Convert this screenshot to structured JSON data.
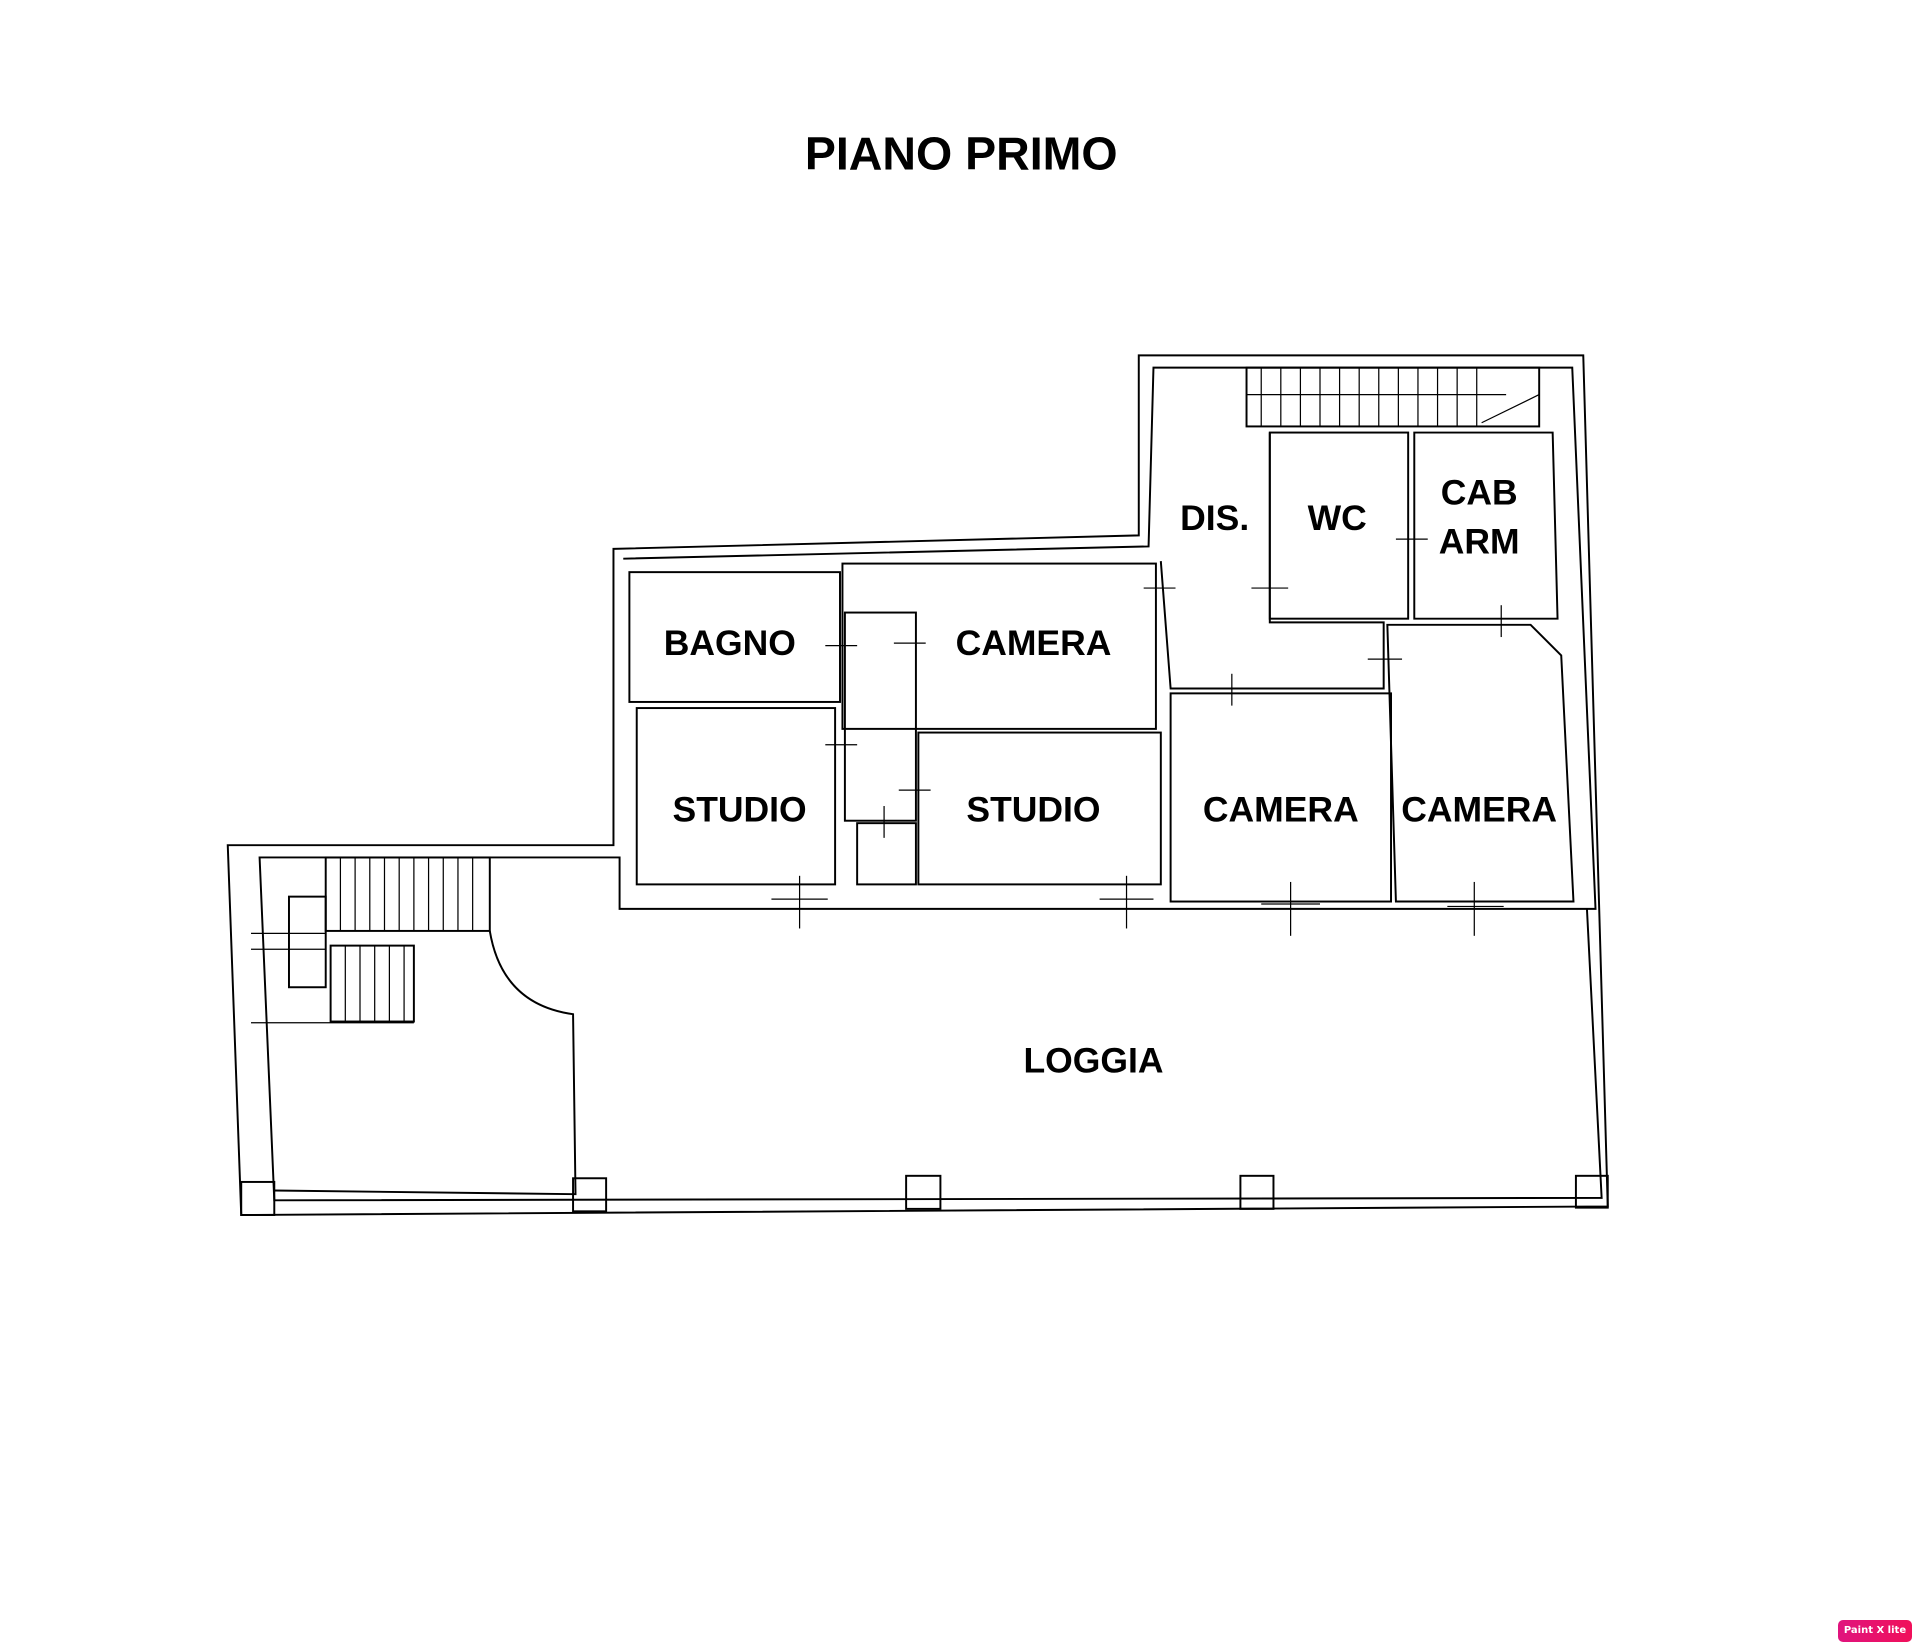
{
  "title": "PIANO PRIMO",
  "rooms": {
    "bagno": "BAGNO",
    "camera_1": "CAMERA",
    "dis": "DIS.",
    "wc": "WC",
    "cab": "CAB",
    "arm": "ARM",
    "studio_1": "STUDIO",
    "studio_2": "STUDIO",
    "camera_2": "CAMERA",
    "camera_3": "CAMERA",
    "loggia": "LOGGIA"
  },
  "watermark": "Paint X lite"
}
